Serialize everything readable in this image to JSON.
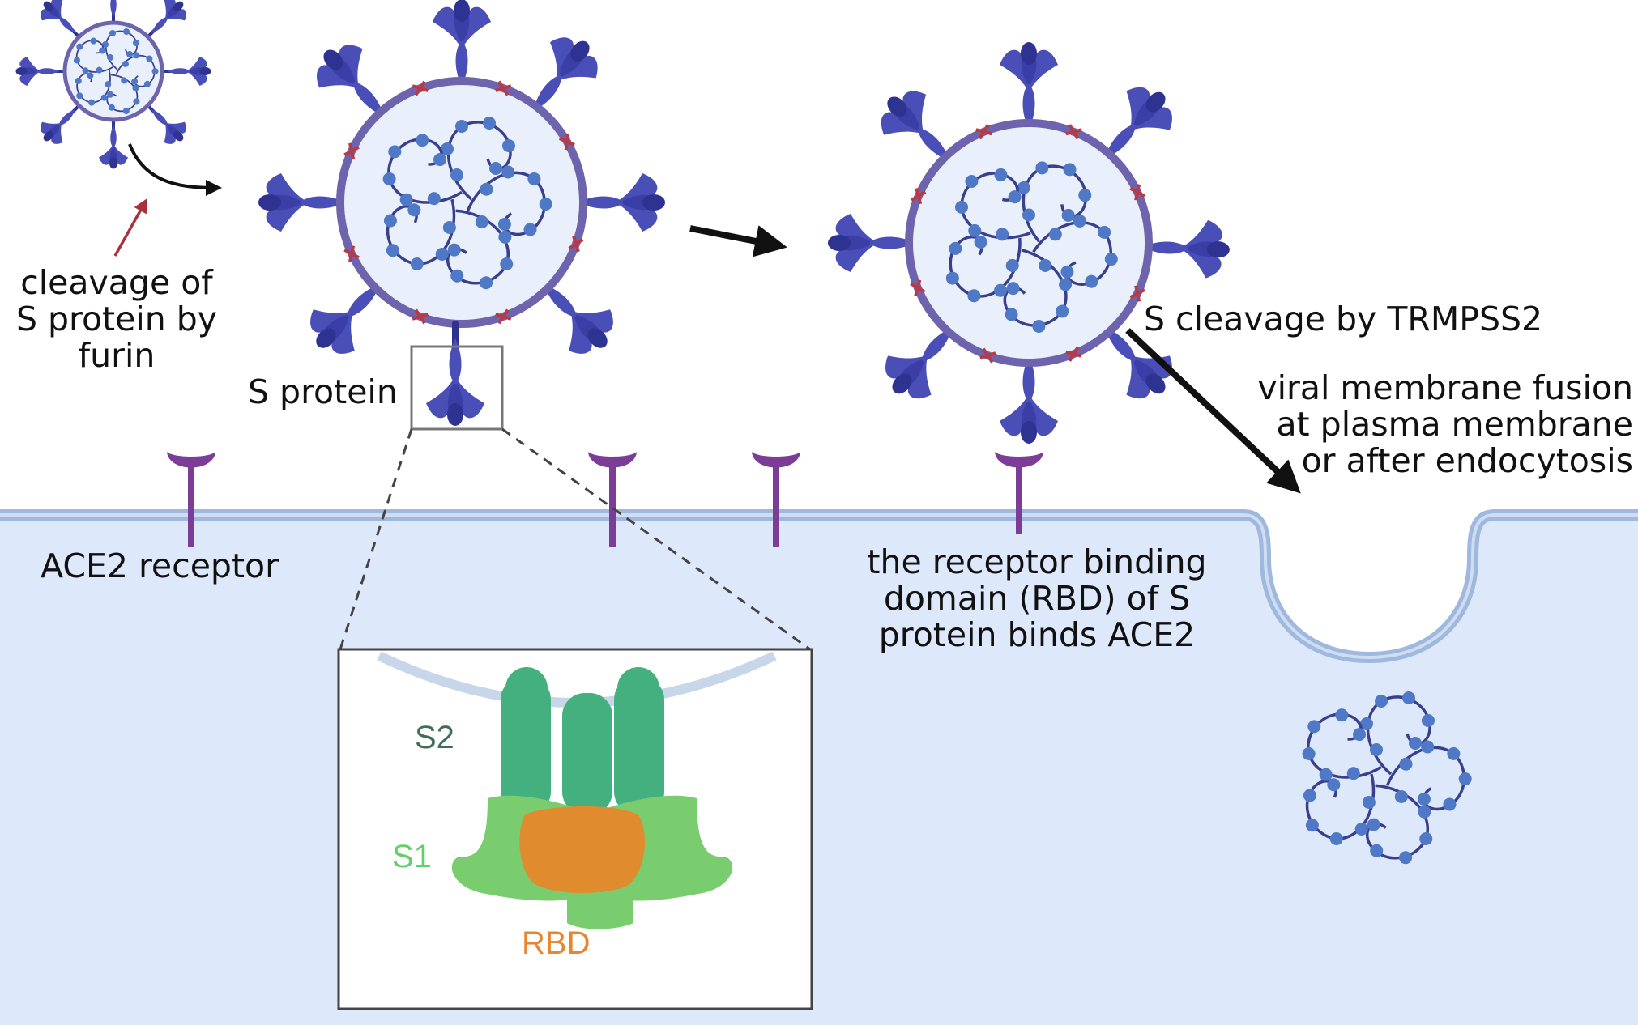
{
  "labels": {
    "furin": "cleavage of\nS protein by\nfurin",
    "s_protein": "S protein",
    "ace2_receptor": "ACE2 receptor",
    "tmprss2": "S cleavage by TRMPSS2",
    "fusion": "viral membrane fusion\nat plasma membrane\nor after endocytosis",
    "rbd_binding": "the receptor binding\ndomain (RBD) of S\nprotein binds ACE2"
  },
  "inset": {
    "s2": "S2",
    "s1": "S1",
    "rbd": "RBD"
  },
  "colors": {
    "cell": "#dde9fa",
    "membrane": "#9fb8de",
    "spike": "#4a4fb8",
    "spike_dark": "#2e3290",
    "virion_fill": "#e9f0fb",
    "envelope": "#6e64ad",
    "rna": "#3a3f8c",
    "nucleoprotein": "#4f78c6",
    "receptor": "#7b3d97",
    "furin_arrow": "#a8323a",
    "s2": "#45b07f",
    "s1": "#7acd6e",
    "rbd": "#e08b2e"
  }
}
